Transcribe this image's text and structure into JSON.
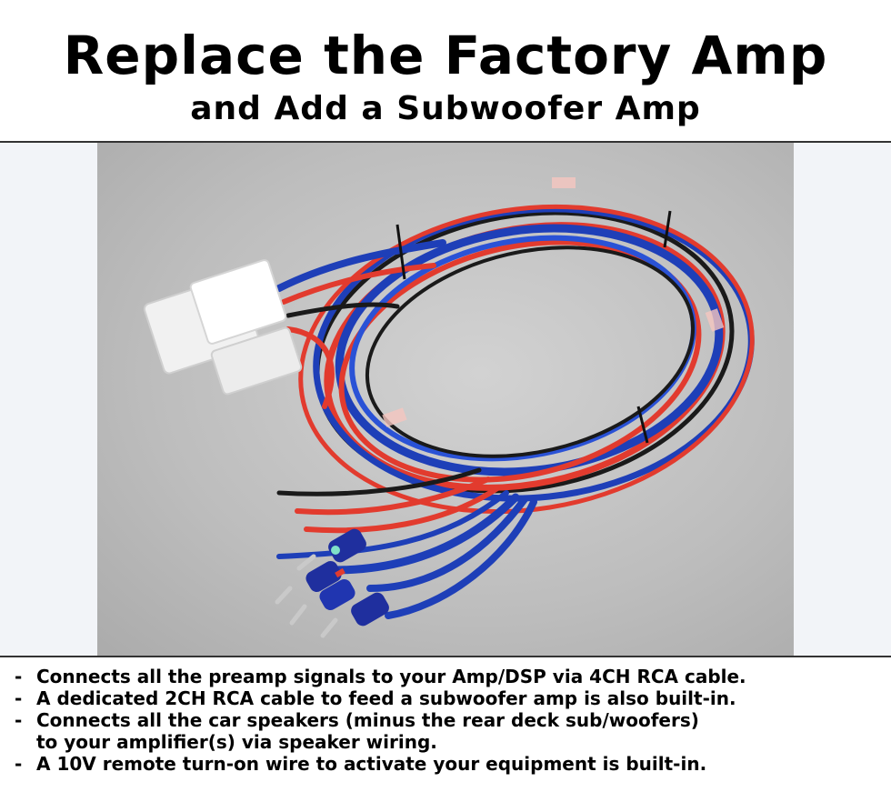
{
  "header": {
    "title": "Replace the Factory Amp",
    "subtitle": "and Add a Subwoofer Amp"
  },
  "photo": {
    "subject": "wiring-harness-icon",
    "colors": {
      "background": "#bdbdbd",
      "wire_red": "#e23b2e",
      "wire_blue": "#1e3fb8",
      "wire_black": "#1a1a1a",
      "connector": "#f1f1f1"
    }
  },
  "bullets": [
    {
      "marker": "-",
      "text": "Connects all the preamp signals to your Amp/DSP via 4CH RCA cable."
    },
    {
      "marker": "-",
      "text": "A dedicated 2CH RCA cable to feed a subwoofer amp is also built-in."
    },
    {
      "marker": "-",
      "text": "Connects all the car speakers (minus the rear deck sub/woofers)",
      "continuation": "to your amplifier(s) via speaker wiring."
    },
    {
      "marker": "-",
      "text": "A 10V remote turn-on wire to activate your equipment is built-in."
    }
  ]
}
